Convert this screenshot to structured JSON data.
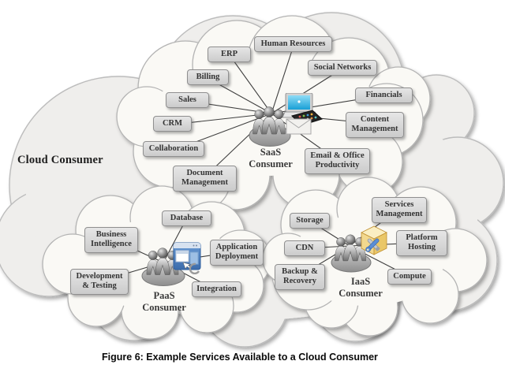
{
  "figure_caption": "Figure 6: Example Services Available to a Cloud Consumer",
  "outer_cloud": {
    "label": "Cloud Consumer"
  },
  "clouds": {
    "saas": {
      "consumer_label": "SaaS Consumer",
      "icons": [
        "user-group-icon",
        "laptop-icon",
        "smartphone-icon",
        "envelope-icon"
      ],
      "services": [
        {
          "label": "ERP"
        },
        {
          "label": "Human Resources"
        },
        {
          "label": "Billing"
        },
        {
          "label": "Social Networks"
        },
        {
          "label": "Sales"
        },
        {
          "label": "Financials"
        },
        {
          "label": "CRM"
        },
        {
          "label": "Content Management"
        },
        {
          "label": "Collaboration"
        },
        {
          "label": "Email & Office Productivity"
        },
        {
          "label": "Document Management"
        }
      ]
    },
    "paas": {
      "consumer_label": "PaaS Consumer",
      "icons": [
        "user-group-icon",
        "application-window-icon"
      ],
      "services": [
        {
          "label": "Database"
        },
        {
          "label": "Business Intelligence"
        },
        {
          "label": "Application Deployment"
        },
        {
          "label": "Development & Testing"
        },
        {
          "label": "Integration"
        }
      ]
    },
    "iaas": {
      "consumer_label": "IaaS Consumer",
      "icons": [
        "user-group-icon",
        "toolbox-icon"
      ],
      "services": [
        {
          "label": "Storage"
        },
        {
          "label": "Services Management"
        },
        {
          "label": "CDN"
        },
        {
          "label": "Platform Hosting"
        },
        {
          "label": "Backup & Recovery"
        },
        {
          "label": "Compute"
        }
      ]
    }
  },
  "colors": {
    "cloud_fill": "#faf9f5",
    "background_cloud_fill": "#efeeec",
    "cloud_border": "#b3b3b3",
    "box_fill": "#d6d6d6",
    "box_border": "#8f8f8f",
    "box_text": "#333333",
    "connector_line": "#3f3f3f",
    "people_gray": "#8f8f8f",
    "laptop_screen_blue": "#33b1e4",
    "app_window_blue": "#4c86c6",
    "toolbox_yellow": "#f0cf72"
  }
}
